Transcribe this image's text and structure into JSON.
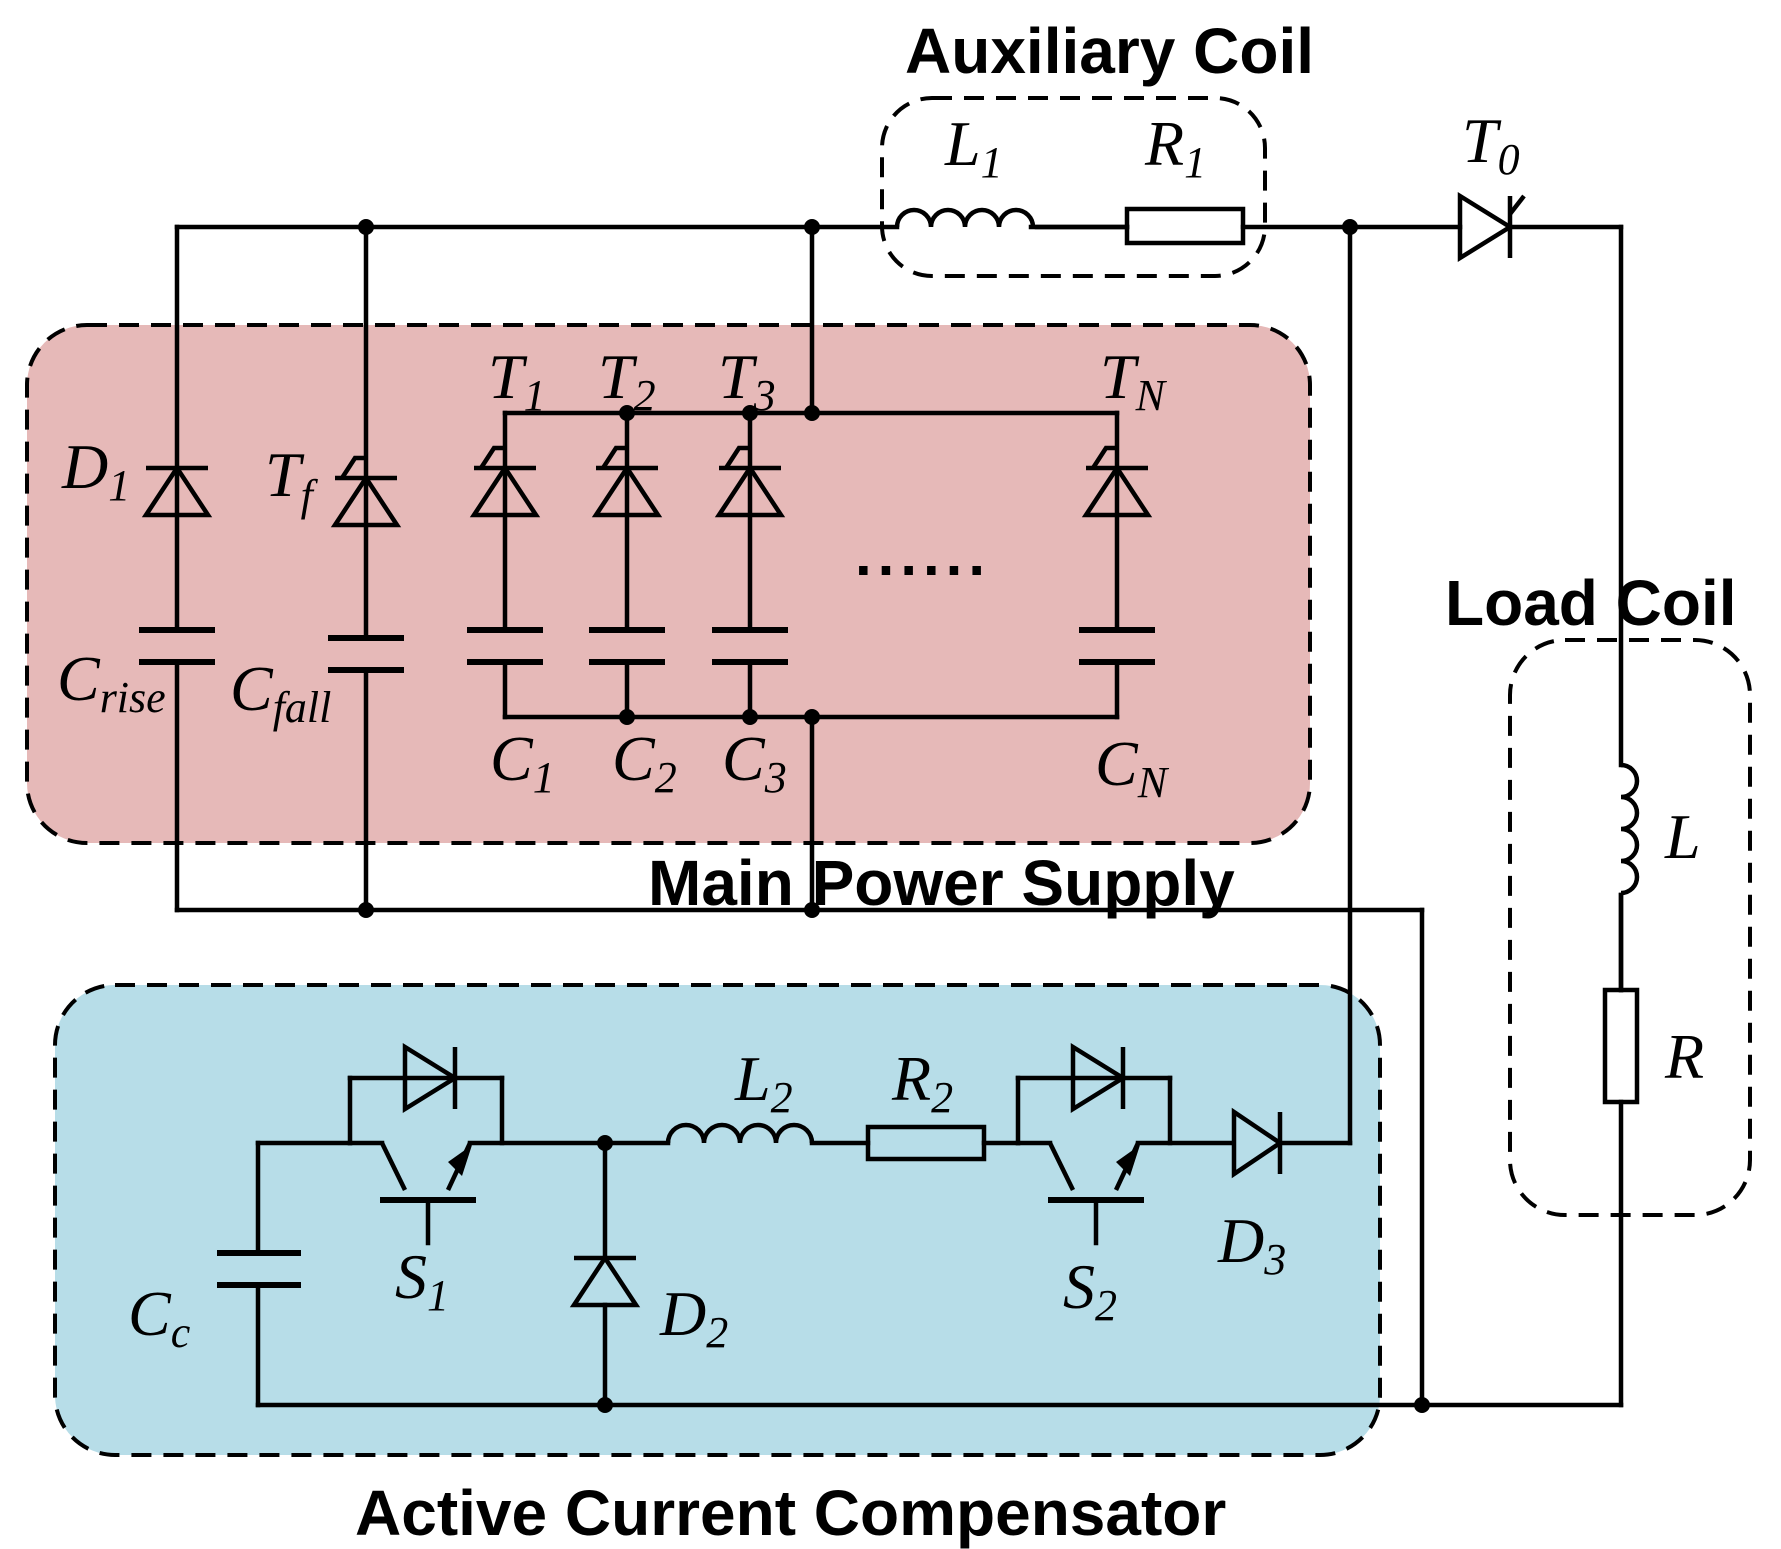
{
  "regions": {
    "auxiliary_coil": "Auxiliary Coil",
    "main_power_supply": "Main Power Supply",
    "load_coil": "Load Coil",
    "active_current_compensator": "Active Current Compensator"
  },
  "colors": {
    "main_power_supply_fill": "#e6b9b8",
    "compensator_fill": "#b7dde8",
    "wire": "#000000"
  },
  "labels": {
    "L1": {
      "main": "L",
      "sub": "1"
    },
    "R1": {
      "main": "R",
      "sub": "1"
    },
    "T0": {
      "main": "T",
      "sub": "0"
    },
    "D1": {
      "main": "D",
      "sub": "1"
    },
    "Tf": {
      "main": "T",
      "sub": "f"
    },
    "T1": {
      "main": "T",
      "sub": "1"
    },
    "T2": {
      "main": "T",
      "sub": "2"
    },
    "T3": {
      "main": "T",
      "sub": "3"
    },
    "TN": {
      "main": "T",
      "sub": "N"
    },
    "Crise": {
      "main": "C",
      "sub": "rise"
    },
    "Cfall": {
      "main": "C",
      "sub": "fall"
    },
    "C1": {
      "main": "C",
      "sub": "1"
    },
    "C2": {
      "main": "C",
      "sub": "2"
    },
    "C3": {
      "main": "C",
      "sub": "3"
    },
    "CN": {
      "main": "C",
      "sub": "N"
    },
    "L": {
      "main": "L"
    },
    "R": {
      "main": "R"
    },
    "L2": {
      "main": "L",
      "sub": "2"
    },
    "R2": {
      "main": "R",
      "sub": "2"
    },
    "S1": {
      "main": "S",
      "sub": "1"
    },
    "S2": {
      "main": "S",
      "sub": "2"
    },
    "D2": {
      "main": "D",
      "sub": "2"
    },
    "D3": {
      "main": "D",
      "sub": "3"
    },
    "Cc": {
      "main": "C",
      "sub": "c"
    }
  },
  "ellipsis": "......"
}
